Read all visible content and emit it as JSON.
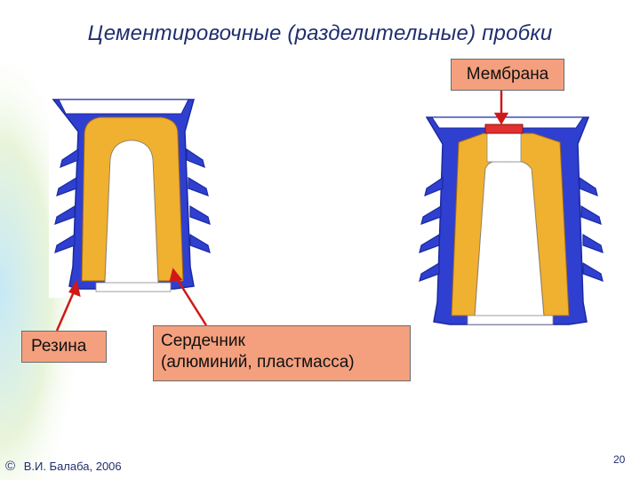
{
  "slide": {
    "title": "Цементировочные (разделительные) пробки",
    "labels": {
      "membrana": "Мембрана",
      "rezina": "Резина",
      "serdechnik_line1": "Сердечник",
      "serdechnik_line2": "(алюминий, пластмасса)"
    },
    "copyright_symbol": "©",
    "copyright": "В.И. Балаба, 2006",
    "page_number": "20"
  },
  "colors": {
    "rubber": "#2f3fd0",
    "core": "#f0b030",
    "membrane": "#e03030",
    "label_bg": "#f4a07e",
    "arrow": "#d01818",
    "title": "#1f2f6e"
  }
}
